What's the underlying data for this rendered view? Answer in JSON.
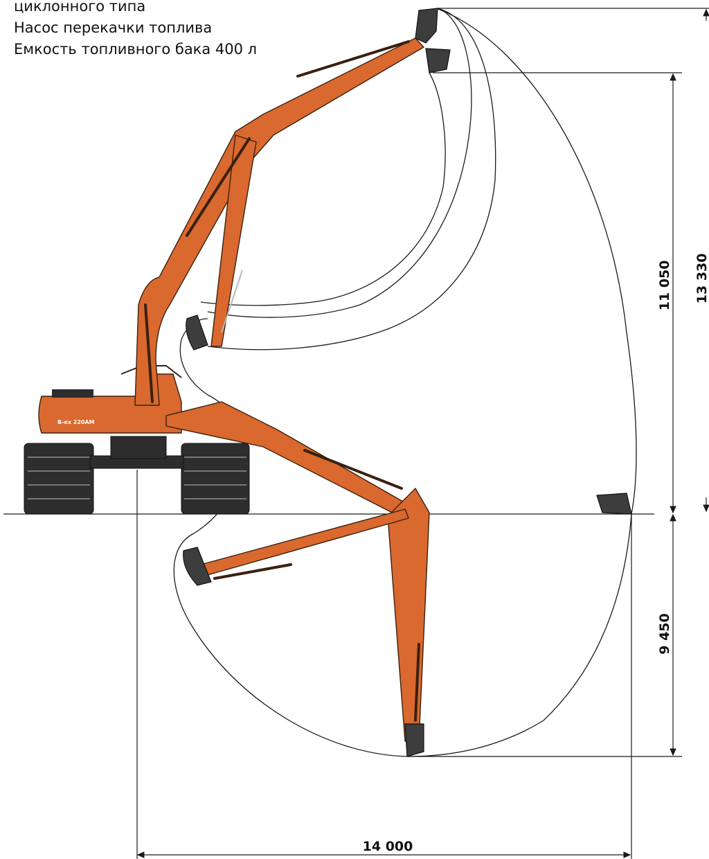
{
  "spec_text": [
    "циклонного типа",
    "Насос перекачки топлива",
    "Емкость топливного бака 400 л"
  ],
  "model_label": "B-ex 220AM",
  "dimensions": {
    "reach_above_ground": "11 050",
    "max_height": "13 330",
    "digging_depth": "9 450",
    "max_reach": "14 000"
  },
  "colors": {
    "boom": "#d9692e",
    "bucket": "#3d3d3d",
    "lines": "#1a1a1a"
  }
}
